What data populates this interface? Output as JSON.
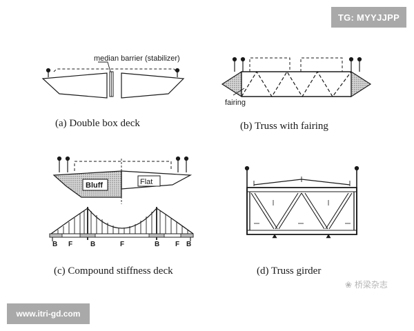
{
  "watermarks": {
    "tg": "TG: MYYJJPP",
    "website": "www.itri-gd.com",
    "cn_mark": "桥梁杂志"
  },
  "panels": {
    "a": {
      "caption": "(a)  Double box deck",
      "label_median": "median barrier (stabilizer)"
    },
    "b": {
      "caption": "(b)  Truss with fairing",
      "label_fairing": "fairing"
    },
    "c": {
      "caption": "(c)  Compound stiffness deck",
      "label_bluff": "Bluff",
      "label_flat": "Flat",
      "span_labels": [
        "B",
        "F",
        "B",
        "F",
        "B",
        "F",
        "B"
      ]
    },
    "d": {
      "caption": "(d)  Truss girder"
    }
  }
}
